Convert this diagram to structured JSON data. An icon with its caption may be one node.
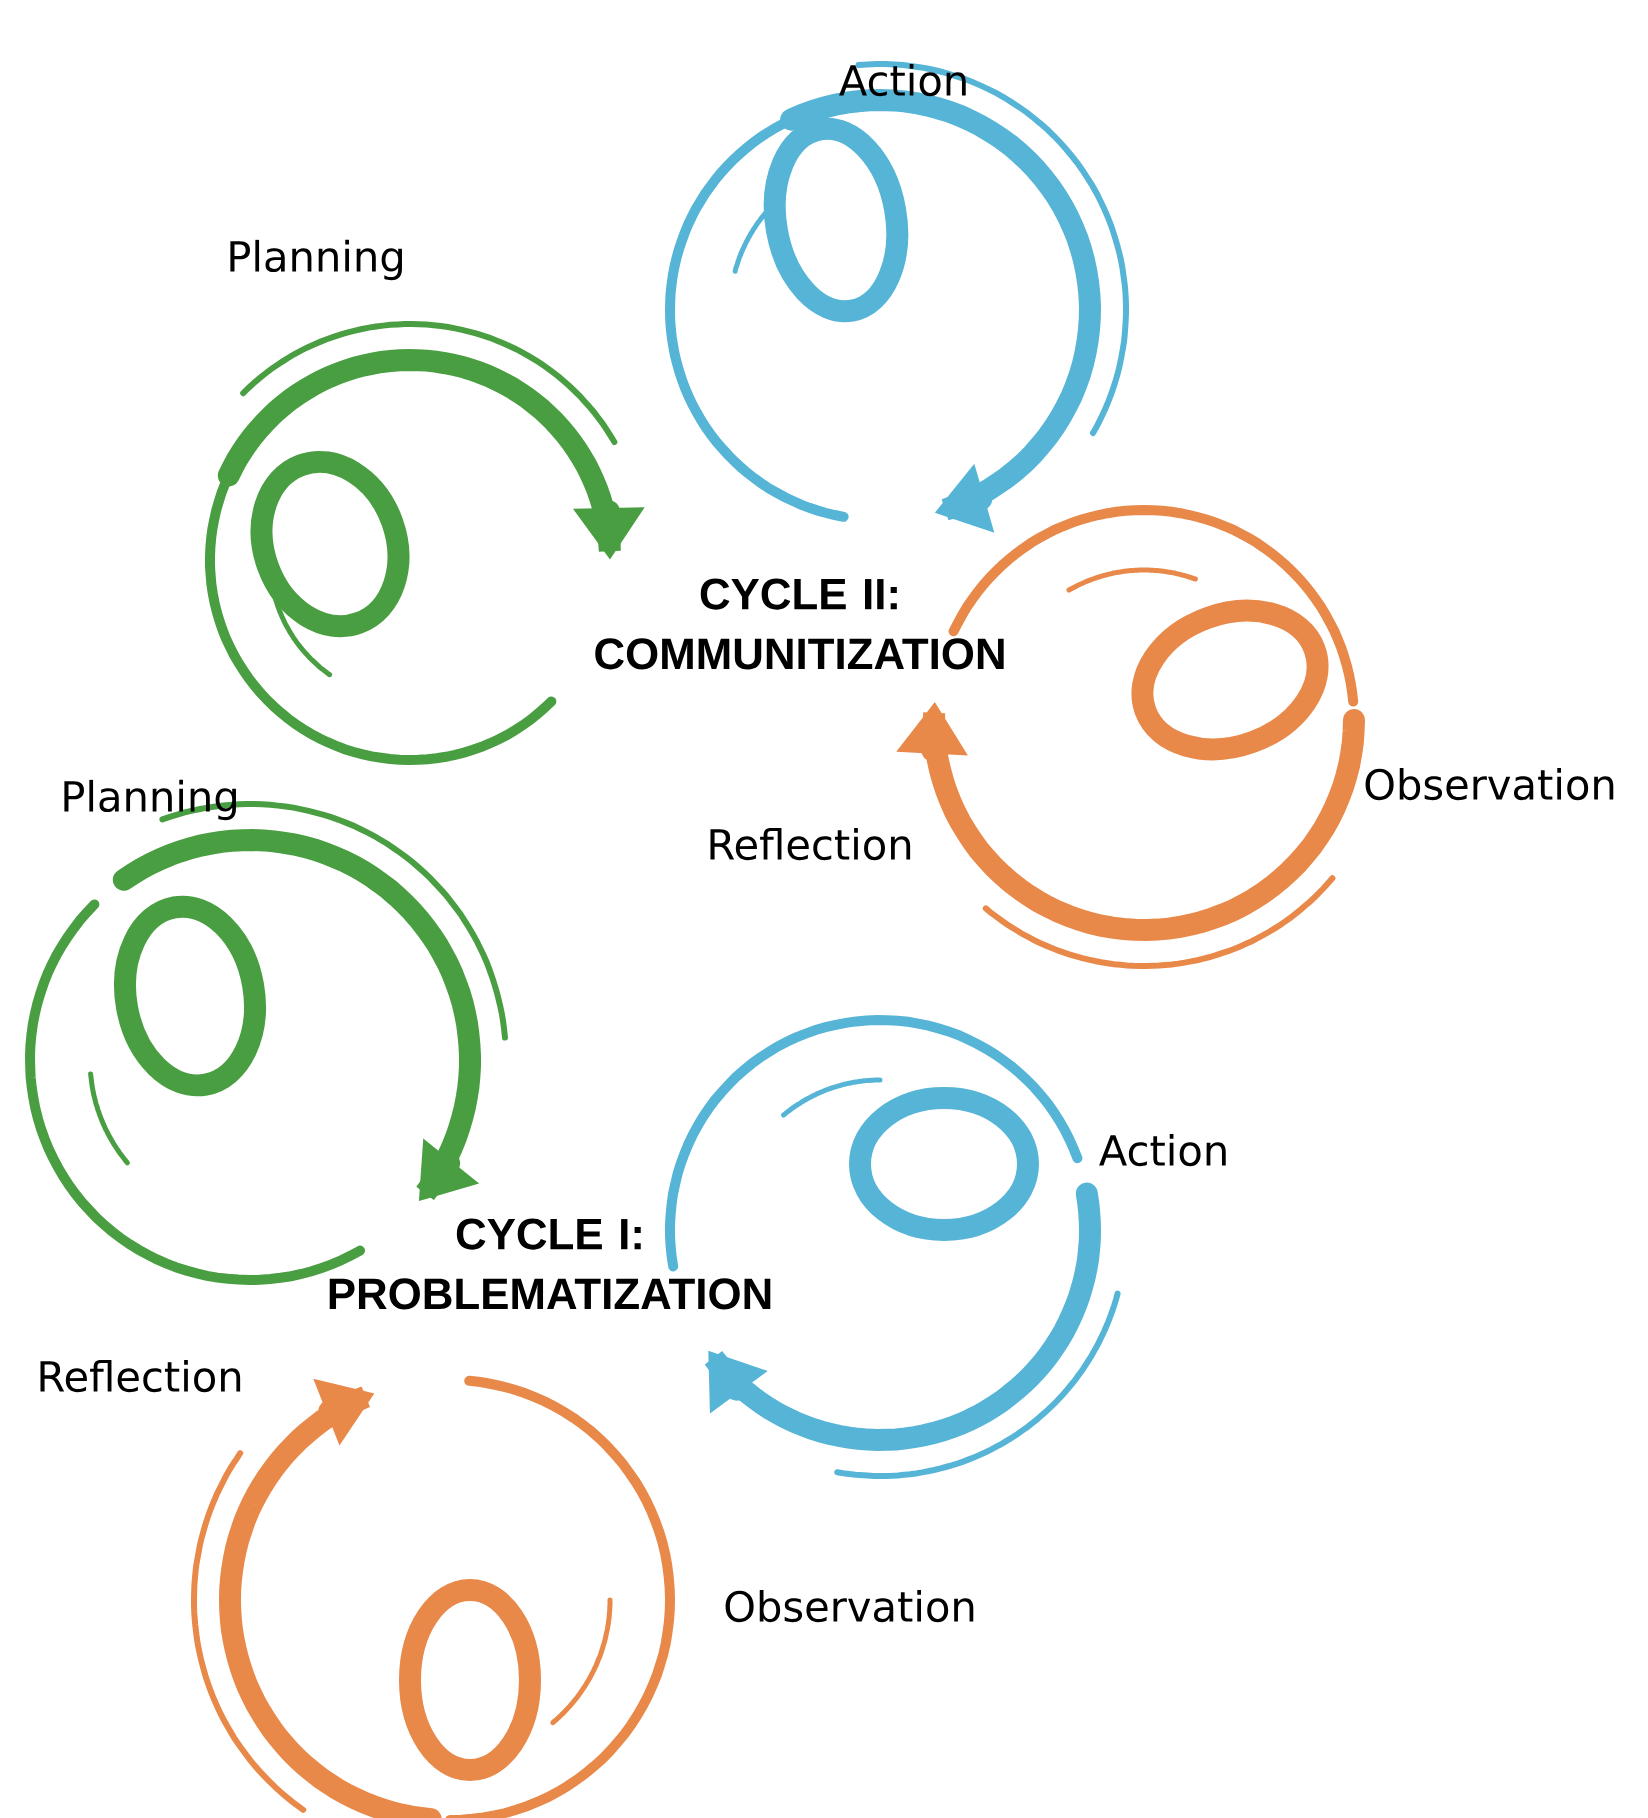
{
  "diagram": {
    "labels": [
      "Action",
      "Planning",
      "CYCLE II: COMMUNITIZATION",
      "Observation",
      "Planning",
      "Reflection",
      "Action",
      "CYCLE I: PROBLEMATIZATION",
      "Reflection",
      "Observation"
    ]
  }
}
